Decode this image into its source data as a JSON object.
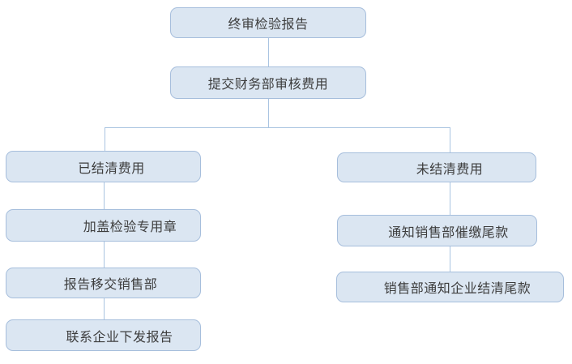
{
  "diagram": {
    "type": "flowchart",
    "colors": {
      "node_fill": "#dbe6f2",
      "node_border": "#a6bedc",
      "connector": "#a9c4e1",
      "text": "#3d3d3d",
      "background": "#ffffff"
    },
    "nodes": [
      {
        "id": "final-inspection-report",
        "label": "终审检验报告"
      },
      {
        "id": "submit-finance-review",
        "label": "提交财务部审核费用"
      },
      {
        "id": "fees-settled",
        "label": "已结清费用"
      },
      {
        "id": "stamp-inspection-seal",
        "label": "加盖检验专用章"
      },
      {
        "id": "report-to-sales",
        "label": "报告移交销售部"
      },
      {
        "id": "contact-enterprise-issue",
        "label": "联系企业下发报告"
      },
      {
        "id": "fees-unsettled",
        "label": "未结清费用"
      },
      {
        "id": "notify-sales-collect",
        "label": "通知销售部催缴尾款"
      },
      {
        "id": "sales-notify-enterprise",
        "label": "销售部通知企业结清尾款"
      }
    ],
    "edges": [
      {
        "from": "final-inspection-report",
        "to": "submit-finance-review"
      },
      {
        "from": "submit-finance-review",
        "to": "fees-settled"
      },
      {
        "from": "submit-finance-review",
        "to": "fees-unsettled"
      },
      {
        "from": "fees-settled",
        "to": "stamp-inspection-seal"
      },
      {
        "from": "stamp-inspection-seal",
        "to": "report-to-sales"
      },
      {
        "from": "report-to-sales",
        "to": "contact-enterprise-issue"
      },
      {
        "from": "fees-unsettled",
        "to": "notify-sales-collect"
      },
      {
        "from": "notify-sales-collect",
        "to": "sales-notify-enterprise"
      }
    ]
  }
}
